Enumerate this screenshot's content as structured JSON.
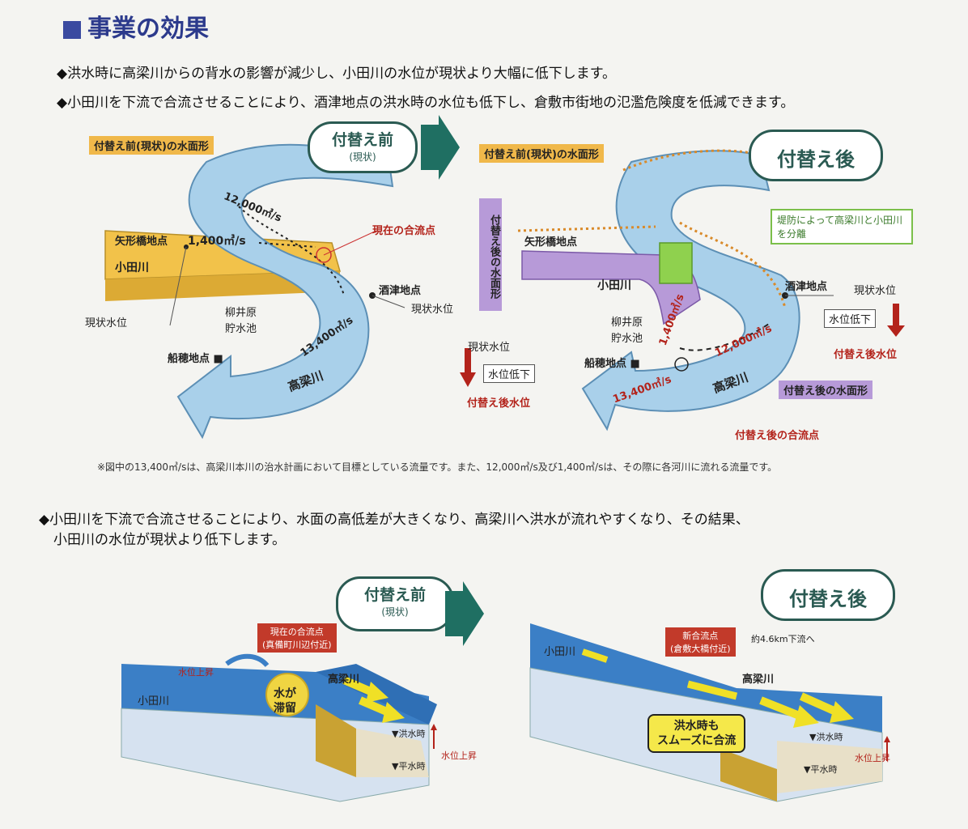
{
  "header": {
    "title": "事業の効果",
    "bullet1": "◆洪水時に高梁川からの背水の影響が減少し、小田川の水位が現状より大幅に低下します。",
    "bullet2": "◆小田川を下流で合流させることにより、酒津地点の洪水時の水位も低下し、倉敷市街地の氾濫危険度を低減できます。"
  },
  "top_left": {
    "bubble_title": "付替え前",
    "bubble_sub": "(現状)",
    "label_surface": "付替え前(現状)の水面形",
    "flow_12000": "12,000㎥/s",
    "flow_1400": "1,400㎥/s",
    "flow_13400": "13,400㎥/s",
    "yagata": "矢形橋地点",
    "odagawa": "小田川",
    "current_confluence": "現在の合流点",
    "sakazu": "酒津地点",
    "current_level": "現状水位",
    "current_level_left": "現状水位",
    "yanaibara": "柳井原",
    "reservoir": "貯水池",
    "funao": "船穂地点",
    "takahashi": "高梁川"
  },
  "top_right": {
    "bubble_title": "付替え後",
    "label_surface_before": "付替え前(現状)の水面形",
    "vertical_label": "付替え後の水面形",
    "levee_note": "堤防によって高梁川と小田川を分離",
    "yagata": "矢形橋地点",
    "odagawa": "小田川",
    "flow_1400": "1,400㎥/s",
    "flow_12000": "12,000㎥/s",
    "flow_13400": "13,400㎥/s",
    "sakazu": "酒津地点",
    "current_level": "現状水位",
    "level_drop": "水位低下",
    "after_level": "付替え後水位",
    "yanaibara": "柳井原",
    "reservoir": "貯水池",
    "current_level_left": "現状水位",
    "level_drop_left": "水位低下",
    "after_level_left": "付替え後水位",
    "funao": "船穂地点",
    "takahashi": "高梁川",
    "after_surface": "付替え後の水面形",
    "after_confluence": "付替え後の合流点"
  },
  "footnote": "※図中の13,400㎥/sは、高梁川本川の治水計画において目標としている流量です。また、12,000㎥/s及び1,400㎥/sは、その際に各河川に流れる流量です。",
  "bullet3_line1": "◆小田川を下流で合流させることにより、水面の高低差が大きくなり、高梁川へ洪水が流れやすくなり、その結果、",
  "bullet3_line2": "小田川の水位が現状より低下します。",
  "bottom_left": {
    "bubble_title": "付替え前",
    "bubble_sub": "(現状)",
    "confluence_tag": "現在の合流点",
    "confluence_place": "(真備町川辺付近)",
    "level_rise_top": "水位上昇",
    "odagawa": "小田川",
    "takahashi": "高梁川",
    "stagnation_1": "水が",
    "stagnation_2": "滞留",
    "flood": "▼洪水時",
    "normal": "▼平水時",
    "level_rise": "水位上昇"
  },
  "bottom_right": {
    "bubble_title": "付替え後",
    "confluence_tag": "新合流点",
    "confluence_place": "(倉敷大橋付近)",
    "downstream": "約4.6km下流へ",
    "odagawa": "小田川",
    "takahashi": "高梁川",
    "smooth_1": "洪水時も",
    "smooth_2": "スムーズに合流",
    "flood": "▼洪水時",
    "normal": "▼平水時",
    "level_rise": "水位上昇"
  },
  "colors": {
    "title": "#2c3a8c",
    "river": "#a9d0ea",
    "river_edge": "#5c8fb5",
    "odagawa": "#f2c24a",
    "odagawa_after": "#b79ad8",
    "arrow": "#1f6f62",
    "red": "#b3231b",
    "label_box": "#f0b84a",
    "purple_box": "#b79ad8"
  }
}
